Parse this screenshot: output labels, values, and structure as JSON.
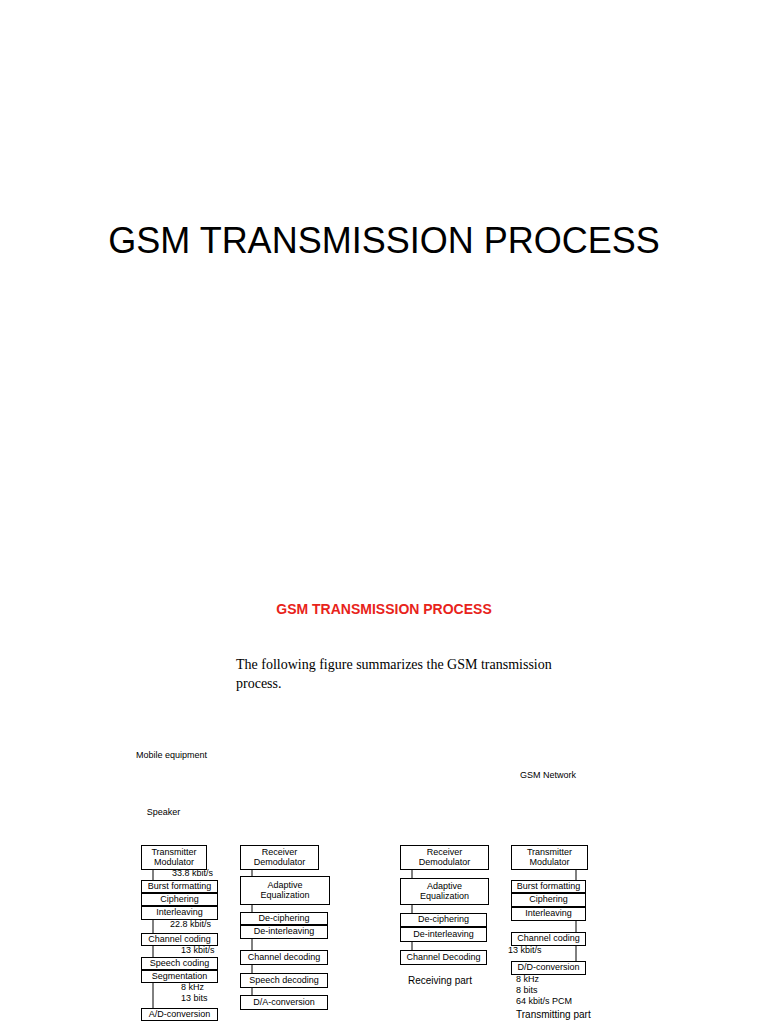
{
  "diagram": {
    "title": "GSM TRANSMISSION PROCESS",
    "nodes": [
      {
        "text": [
          "Mobile equipment"
        ]
      },
      {
        "text": [
          "Speaker"
        ],
        "in": 0
      },
      {
        "text": [
          "Transmitter Modulator"
        ],
        "in": 0
      },
      {
        "text": [
          "Burst formatting"
        ],
        "in": 0
      },
      {
        "text": [
          "Ciphering"
        ],
        "in": 0
      },
      {
        "text": [
          "Interleaving"
        ],
        "in": 0
      },
      {
        "text": [
          "Channel coding"
        ],
        "in": 0
      },
      {
        "text": [
          "Speech coding"
        ],
        "in": 0
      },
      {
        "text": [
          "Segmentation"
        ],
        "in": 0
      },
      {
        "text": [
          "A/D-conversion"
        ],
        "in": 0
      },
      {
        "text": [
          "Receiver Demodulator"
        ],
        "in": 0
      },
      {
        "text": [
          "Adaptive Equalization"
        ],
        "in": 0
      },
      {
        "text": [
          "De-ciphering"
        ],
        "in": 0
      },
      {
        "text": [
          "De-interleaving"
        ],
        "in": 0
      },
      {
        "text": [
          "Channel decoding"
        ],
        "in": 0
      },
      {
        "text": [
          "Speech decoding"
        ],
        "in": 0
      },
      {
        "text": [
          "D/A-conversion"
        ],
        "in": 0
      },
      {
        "text": [
          "GSM Network"
        ]
      },
      {
        "text": [
          "Receiver Demodulator"
        ],
        "in": 17
      },
      {
        "text": [
          "Adaptive Equalization"
        ],
        "in": 17
      },
      {
        "text": [
          "De-ciphering"
        ],
        "in": 17
      },
      {
        "text": [
          "De-interleaving"
        ],
        "in": 17
      },
      {
        "text": [
          "Channel Decoding"
        ],
        "in": 17
      },
      {
        "text": [
          "Transmitter Modulator"
        ],
        "in": 17
      },
      {
        "text": [
          "Burst formatting"
        ],
        "in": 17
      },
      {
        "text": [
          "Ciphering"
        ],
        "in": 17
      },
      {
        "text": [
          "Interleaving"
        ],
        "in": 17
      },
      {
        "text": [
          "Channel coding"
        ],
        "in": 17
      },
      {
        "text": [
          "D/D-conversion"
        ],
        "in": 17
      }
    ],
    "edges": [
      {
        "from": 2,
        "to": 3,
        "arrow": "none"
      },
      {
        "from": 5,
        "to": 6,
        "arrow": "none"
      },
      {
        "from": 6,
        "to": 7,
        "arrow": "none"
      },
      {
        "from": 8,
        "to": 9,
        "arrow": "none"
      },
      {
        "from": 10,
        "to": 11,
        "arrow": "none"
      },
      {
        "from": 11,
        "to": 12,
        "arrow": "none"
      },
      {
        "from": 13,
        "to": 14,
        "arrow": "none"
      },
      {
        "from": 14,
        "to": 15,
        "arrow": "none"
      },
      {
        "from": 15,
        "to": 16,
        "arrow": "none"
      },
      {
        "from": 18,
        "to": 19,
        "arrow": "none"
      },
      {
        "from": 19,
        "to": 20,
        "arrow": "none"
      },
      {
        "from": 21,
        "to": 22,
        "arrow": "none"
      },
      {
        "from": 23,
        "to": 24,
        "arrow": "none"
      },
      {
        "from": 26,
        "to": 27,
        "arrow": "none"
      },
      {
        "from": 27,
        "to": 28,
        "arrow": "none"
      }
    ],
    "labels": [
      "GSM TRANSMISSION PROCESS",
      "The following figure summarizes the GSM transmission process.",
      "33.8 kbit/s",
      "22.8 kbit/s",
      "13 kbit/s",
      "8 kHz",
      "13 bits",
      "Receiving part",
      "13 kbit/s",
      "8 kHz",
      "8 bits",
      "64 kbit/s PCM",
      "Transmitting part"
    ]
  }
}
